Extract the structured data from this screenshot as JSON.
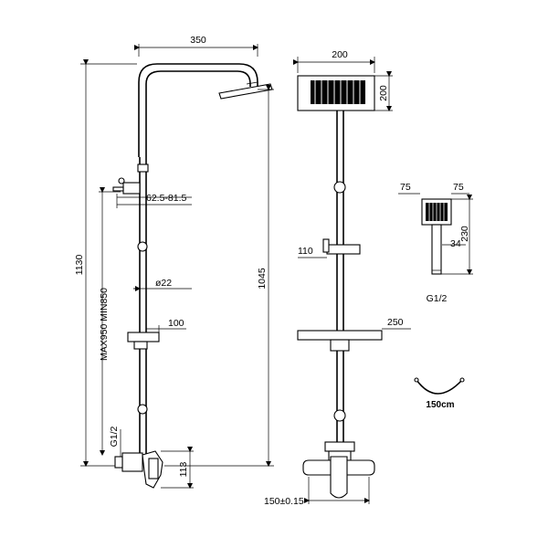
{
  "diagram": {
    "dimensions": {
      "arm_reach": "350",
      "total_height": "1130",
      "riser_height": "1045",
      "diverter_range": "62.5-81.5",
      "pipe_diameter": "ø22",
      "slider_depth": "100",
      "height_range": "MAX950   MIN850",
      "inlet_thread": "G1/2",
      "mixer_depth": "113",
      "head_width": "200",
      "head_depth": "200",
      "holder_width": "110",
      "shelf_width": "250",
      "hand_width_left": "75",
      "hand_width_right": "75",
      "hand_height": "230",
      "hand_offset": "34",
      "hand_thread": "G1/2",
      "hose_length": "150cm",
      "inlet_centers": "150±0.15"
    }
  }
}
